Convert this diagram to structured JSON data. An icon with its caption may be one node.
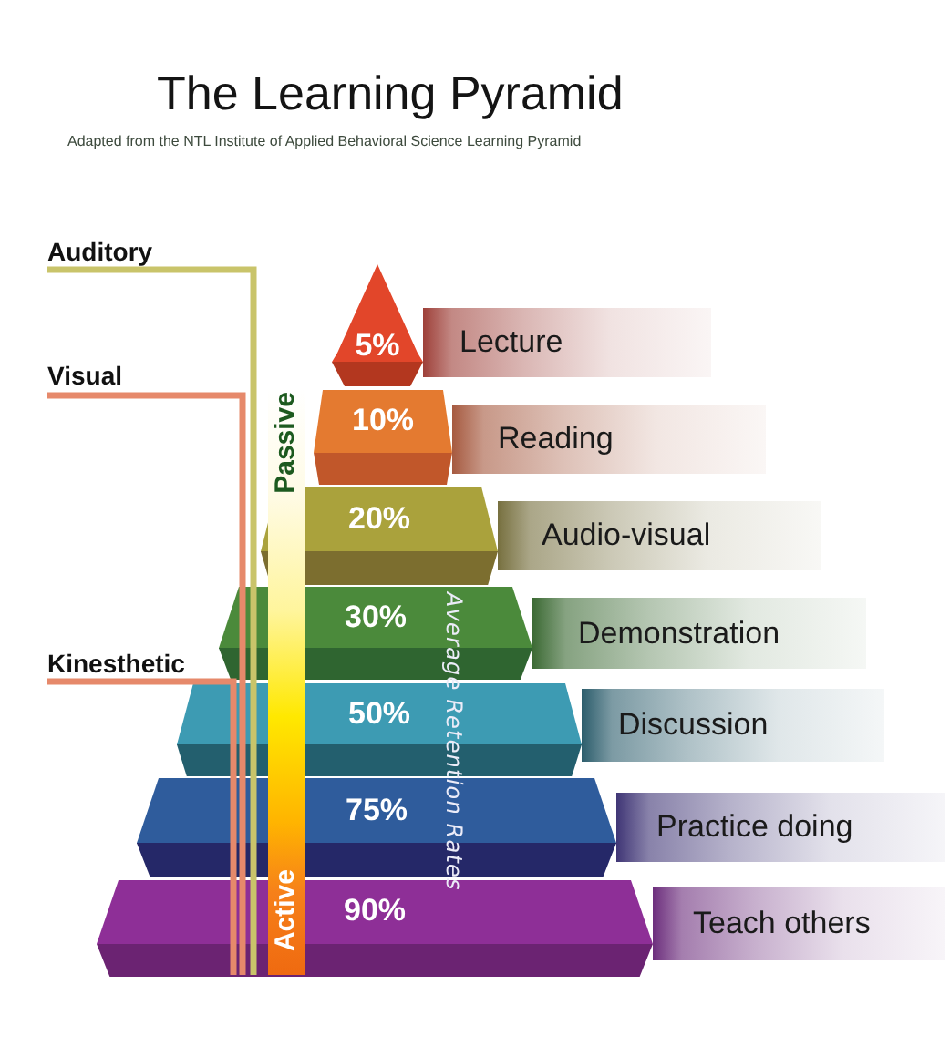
{
  "diagram": {
    "title": "The Learning Pyramid",
    "nodes": [
      {
        "text": [
          "5%"
        ]
      },
      {
        "text": [
          "Lecture"
        ]
      },
      {
        "text": [
          "10%"
        ]
      },
      {
        "text": [
          "Reading"
        ]
      },
      {
        "text": [
          "20%"
        ]
      },
      {
        "text": [
          "Audio-visual"
        ]
      },
      {
        "text": [
          "30%"
        ]
      },
      {
        "text": [
          "Demonstration"
        ]
      },
      {
        "text": [
          "50%"
        ]
      },
      {
        "text": [
          "Discussion"
        ]
      },
      {
        "text": [
          "75%"
        ]
      },
      {
        "text": [
          "Practice doing"
        ]
      },
      {
        "text": [
          "90%"
        ]
      },
      {
        "text": [
          "Teach others"
        ]
      },
      {
        "text": [
          "Passive",
          "Active"
        ]
      }
    ],
    "labels": [
      "Adapted from the NTL Institute of Applied Behavioral Science Learning Pyramid",
      "Auditory",
      "Visual",
      "Kinesthetic",
      "Average Retention Rates"
    ]
  }
}
